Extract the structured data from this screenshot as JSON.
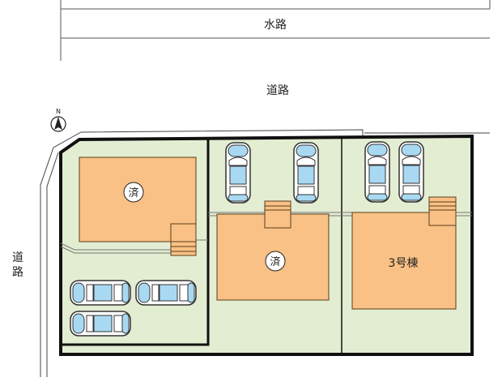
{
  "labels": {
    "waterway": "水路",
    "road_top": "道路",
    "road_left": "道路",
    "north": "N",
    "lot1_status": "済",
    "lot2_status": "済",
    "lot3_name": "3号棟"
  },
  "colors": {
    "lot_fill": "#e3edd2",
    "house_fill": "#f9c185",
    "car_glass": "#a9d9f2",
    "boundary": "#111111"
  },
  "parking": {
    "lot1_cars": 3,
    "lot2_cars": 2,
    "lot3_cars": 2
  }
}
